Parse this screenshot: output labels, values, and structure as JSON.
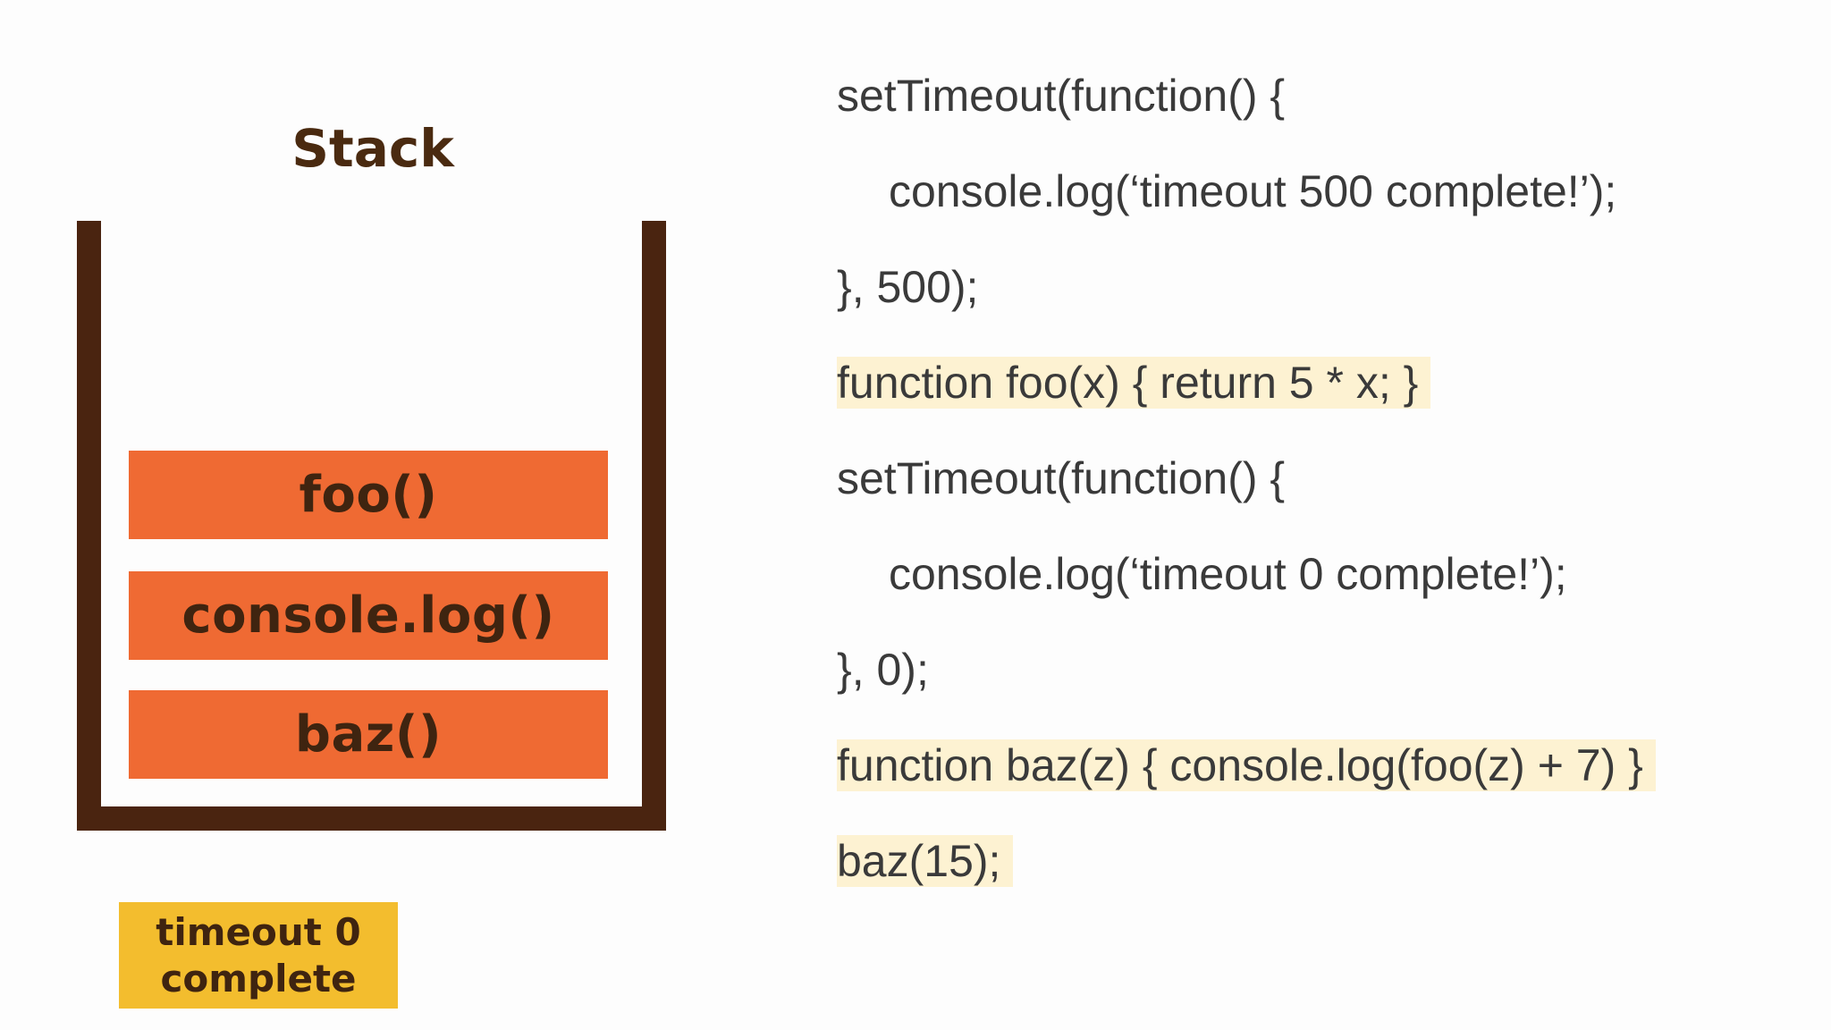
{
  "stack": {
    "title": "Stack",
    "frames": [
      "foo()",
      "console.log()",
      "baz()"
    ]
  },
  "queue_message": {
    "line1": "timeout 0",
    "line2": "complete"
  },
  "code": {
    "lines": [
      "setTimeout(function() {",
      "console.log(‘timeout 500 complete!’);",
      "}, 500);",
      "function foo(x) { return 5 * x; }",
      "setTimeout(function() {",
      "console.log(‘timeout 0 complete!’);",
      "}, 0);",
      "function baz(z) { console.log(foo(z) + 7) }",
      "baz(15);"
    ]
  },
  "colors": {
    "stack_wall": "#4a2410",
    "frame_fill": "#ef6a33",
    "frame_text": "#3f2410",
    "queue_fill": "#f3bd2e",
    "code_highlight": "#fdf2d2",
    "code_text": "#3a3a3a"
  }
}
